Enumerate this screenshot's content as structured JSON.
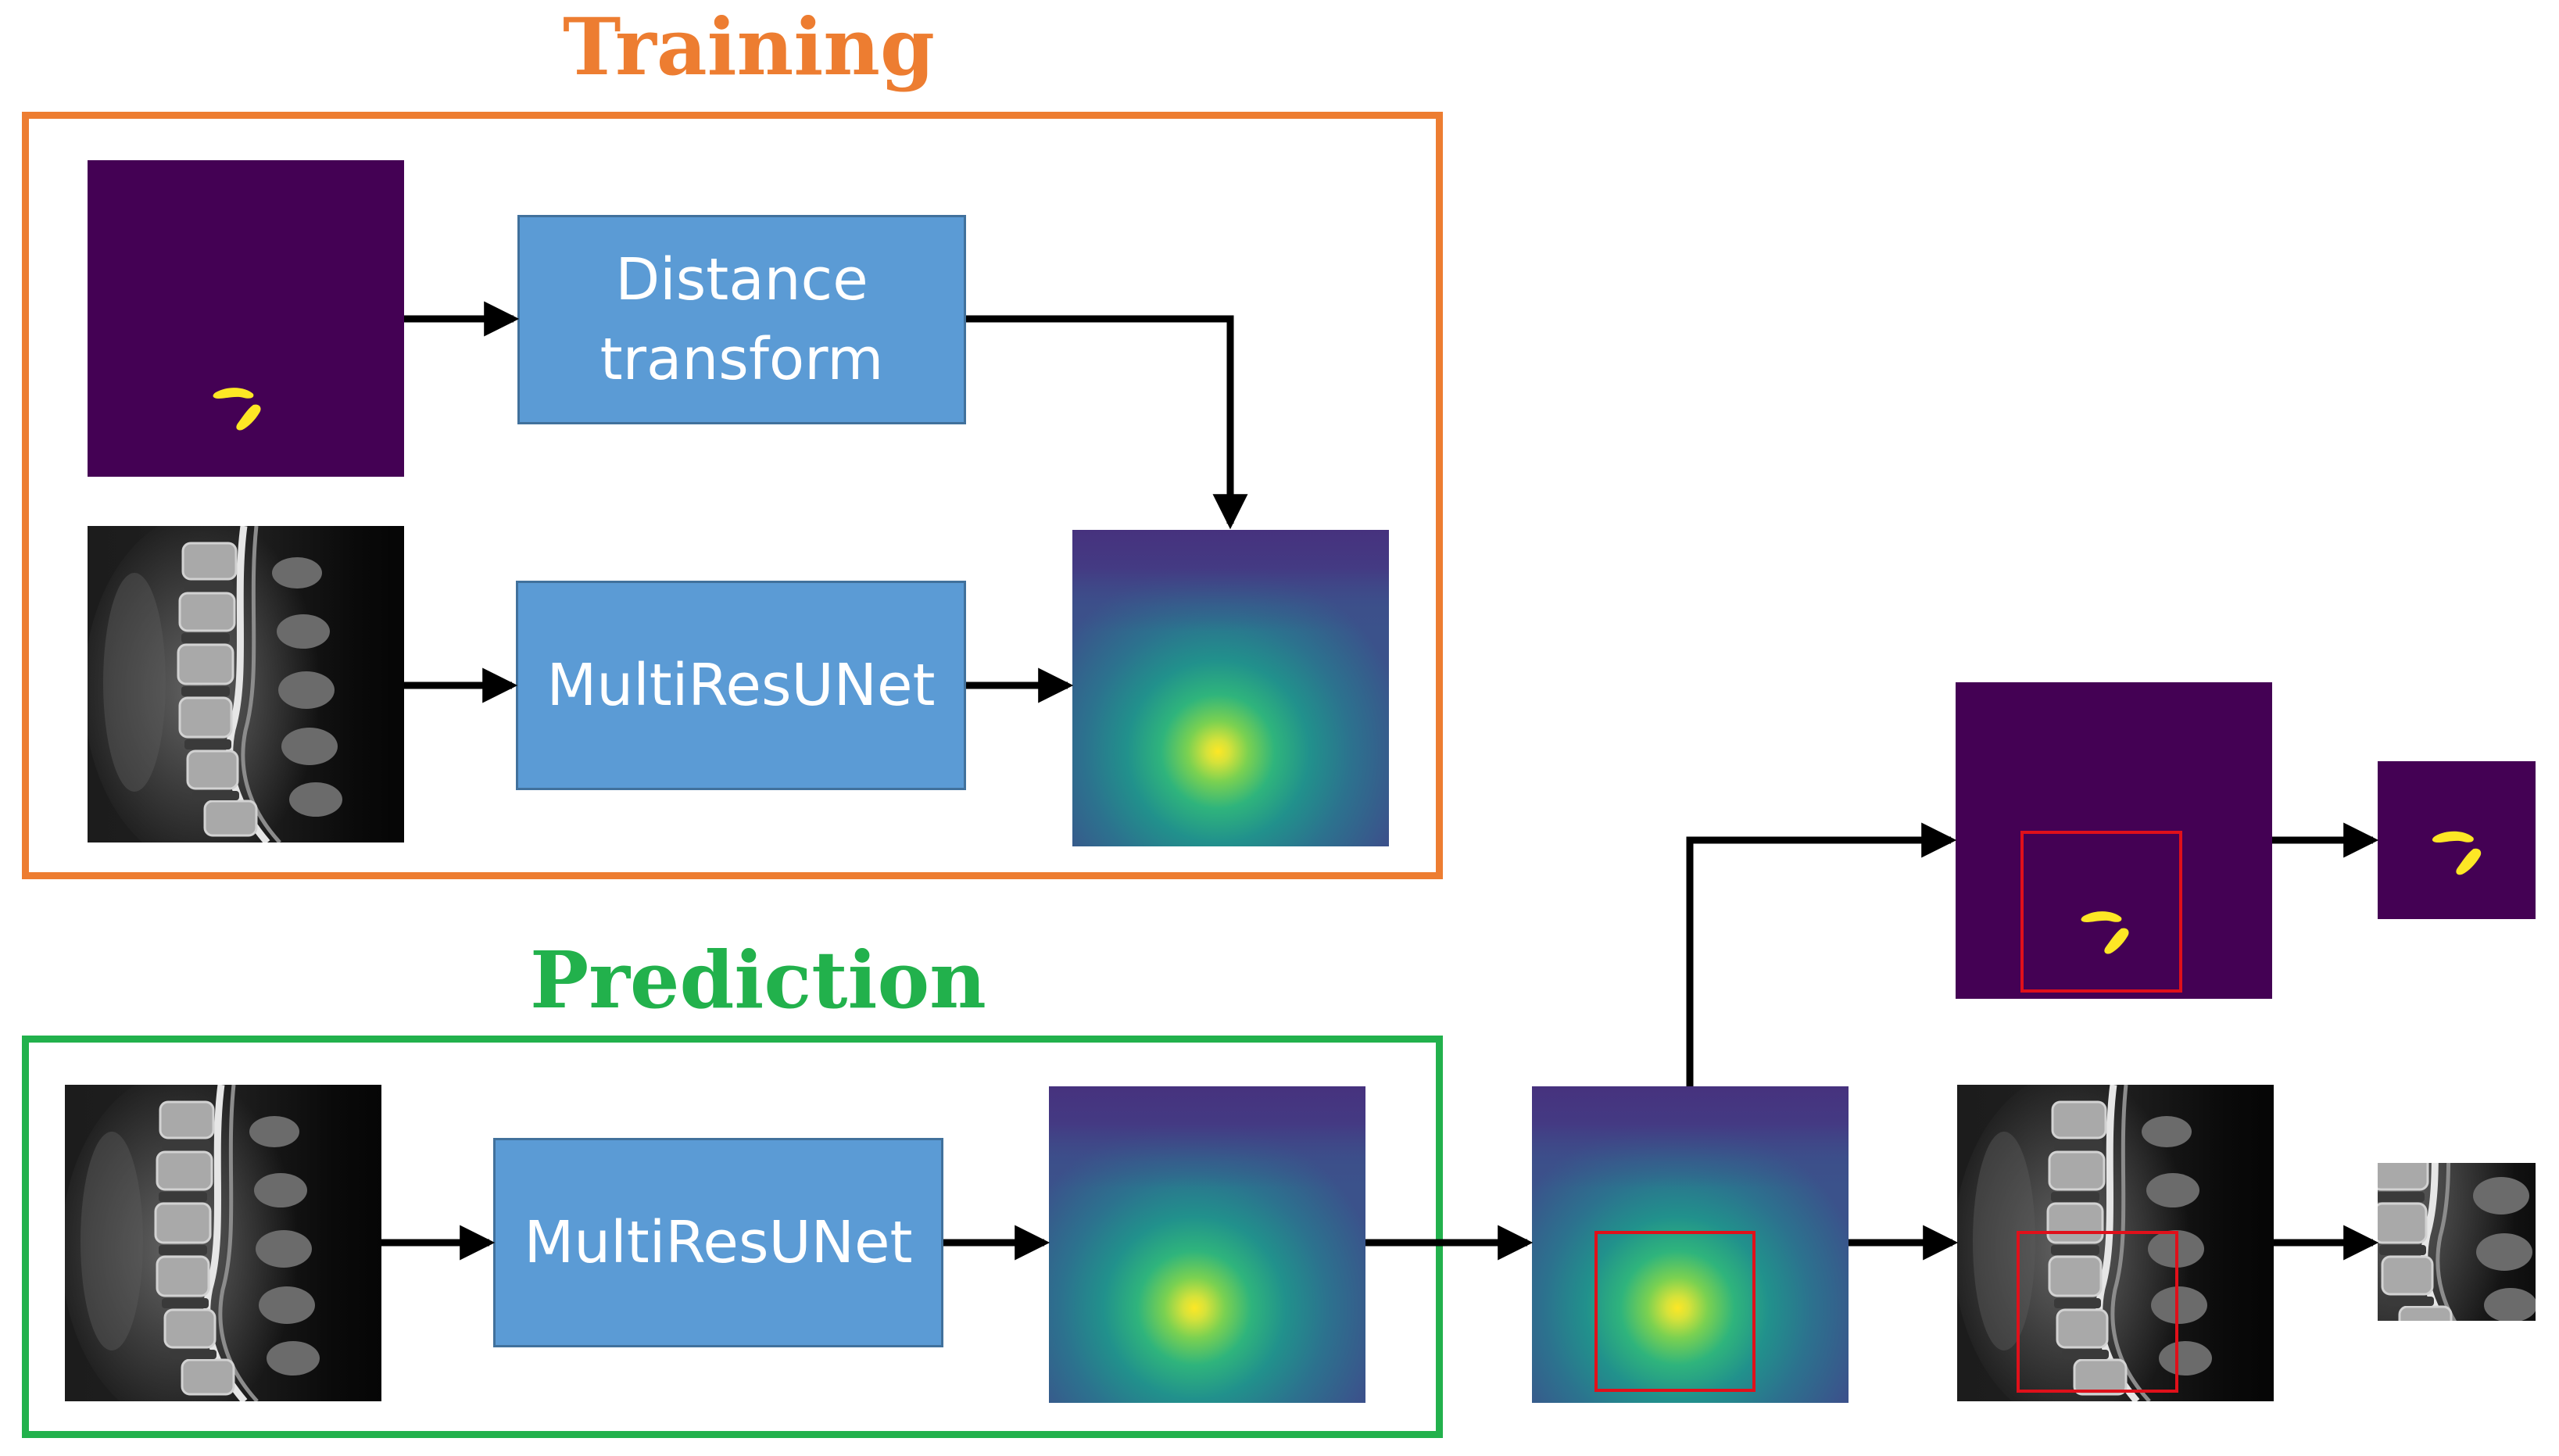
{
  "sections": {
    "training": {
      "title": "Training",
      "color": "#ed7d31"
    },
    "prediction": {
      "title": "Prediction",
      "color": "#22b14c"
    }
  },
  "process_boxes": {
    "distance_transform": "Distance\ntransform",
    "multiresunet_training": "MultiResUNet",
    "multiresunet_prediction": "MultiResUNet",
    "fill_color": "#5b9bd5"
  },
  "colors": {
    "mask_background": "#440154",
    "mask_foreground": "#fde725",
    "heatmap_background": "#3e4a89",
    "heatmap_peak": "#fde725",
    "crop_box": "#e0101a",
    "arrow": "#000000",
    "mri_background": "#0a0a0a"
  }
}
